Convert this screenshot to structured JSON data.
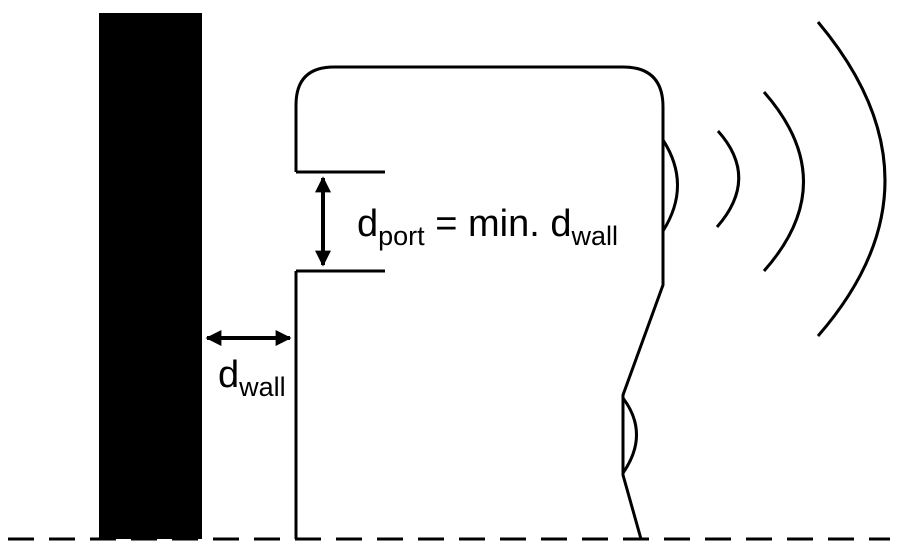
{
  "labels": {
    "port_equation": {
      "d": "d",
      "port_sub": "port",
      "rest": " = min. d",
      "wall_sub": "wall"
    },
    "wall_distance": {
      "d": "d",
      "wall_sub": "wall"
    }
  },
  "colors": {
    "stroke": "#000000",
    "wall_fill": "#000000",
    "background": "#ffffff"
  }
}
